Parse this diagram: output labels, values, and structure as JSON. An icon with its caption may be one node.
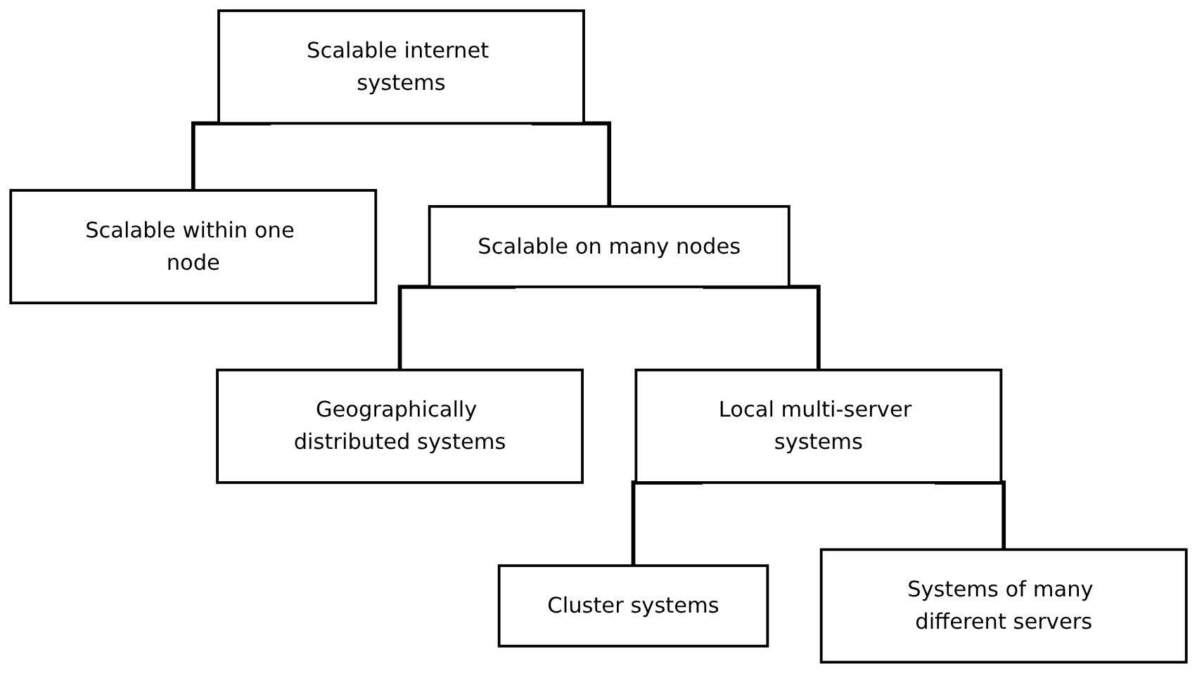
{
  "diagram": {
    "nodes": [
      {
        "text": [
          "Scalable internet systems"
        ]
      },
      {
        "text": [
          "Scalable within one node"
        ]
      },
      {
        "text": [
          "Scalable on many nodes"
        ]
      },
      {
        "text": [
          "Geographically distributed systems"
        ]
      },
      {
        "text": [
          "Local multi-server systems"
        ]
      },
      {
        "text": [
          "Cluster systems"
        ]
      },
      {
        "text": [
          "Systems of many different servers"
        ]
      }
    ],
    "edges": [
      {
        "from": 0,
        "to": 1,
        "arrow": "none"
      },
      {
        "from": 0,
        "to": 2,
        "arrow": "none"
      },
      {
        "from": 2,
        "to": 3,
        "arrow": "none"
      },
      {
        "from": 2,
        "to": 4,
        "arrow": "none"
      },
      {
        "from": 4,
        "to": 5,
        "arrow": "none"
      },
      {
        "from": 4,
        "to": 6,
        "arrow": "none"
      }
    ]
  }
}
